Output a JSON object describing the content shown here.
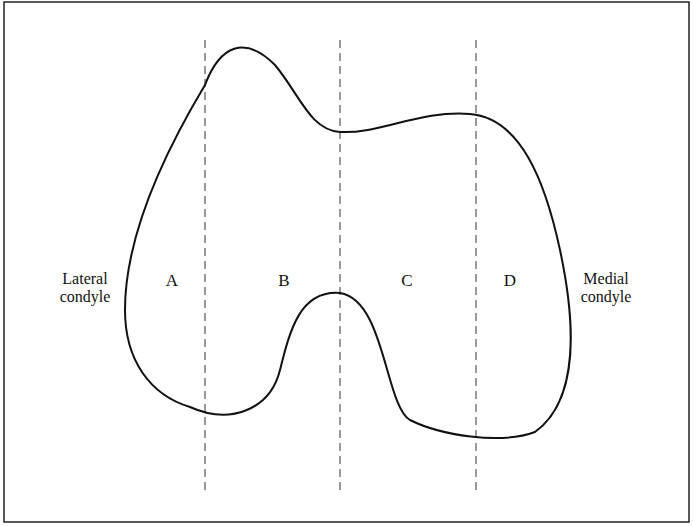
{
  "diagram": {
    "labels": [
      "Lateral condyle",
      "A",
      "B",
      "C",
      "D",
      "Medial condyle"
    ]
  }
}
